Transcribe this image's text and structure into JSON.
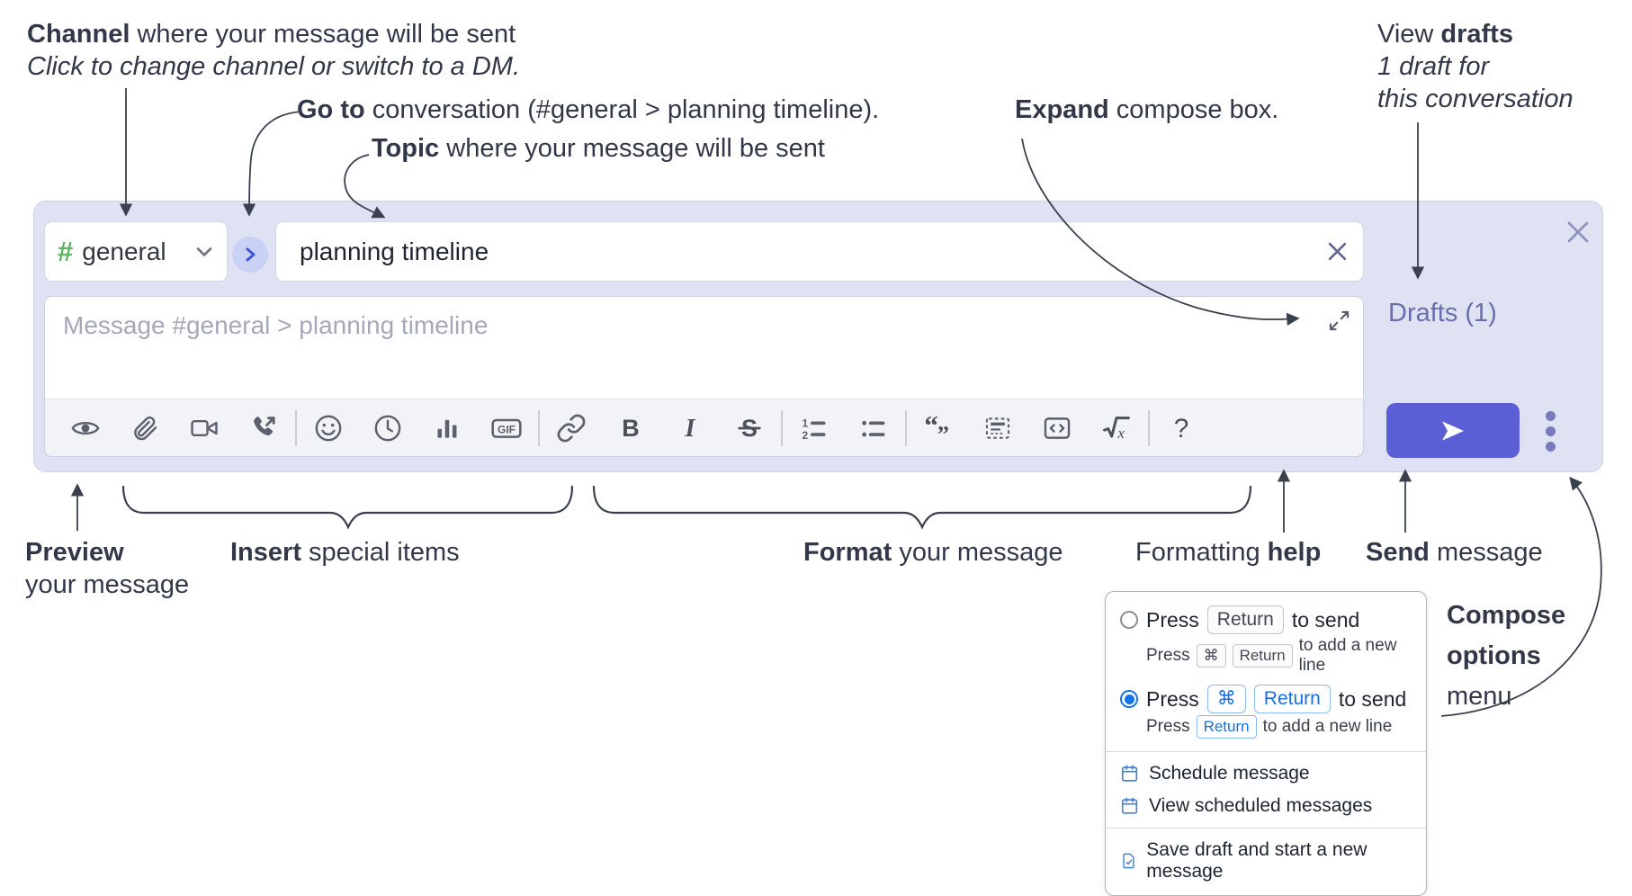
{
  "annotations": {
    "channel": {
      "bold": "Channel",
      "rest": " where your message will be sent",
      "line2": "Click to change channel or switch to a DM."
    },
    "goto": {
      "bold": "Go to",
      "rest": " conversation (#general > planning timeline)."
    },
    "topic": {
      "bold": "Topic",
      "rest": " where your message will be sent"
    },
    "expand": {
      "bold": "Expand",
      "rest": " compose box."
    },
    "view_drafts": {
      "pre": "View ",
      "bold": "drafts",
      "line2": "1 draft for",
      "line3": "this conversation"
    },
    "preview": {
      "bold": "Preview",
      "line2": "your message"
    },
    "insert": {
      "bold": "Insert",
      "rest": " special items"
    },
    "format": {
      "bold": "Format",
      "rest": " your message"
    },
    "formatting_help": {
      "pre": "Formatting ",
      "bold": "help"
    },
    "send": {
      "bold": "Send",
      "rest": " message"
    },
    "compose_options": {
      "line1": "Compose",
      "line2": "options",
      "line3": "menu"
    }
  },
  "compose": {
    "channel_name": "general",
    "topic_value": "planning timeline",
    "message_placeholder": "Message #general > planning timeline",
    "drafts_label": "Drafts (1)"
  },
  "toolbar": {
    "icons": [
      "preview-eye",
      "attach-paperclip",
      "video-call",
      "audio-call",
      "emoji-smiley",
      "time-clock",
      "poll-bar-chart",
      "gif",
      "link",
      "bold",
      "italic",
      "strikethrough",
      "numbered-list",
      "bulleted-list",
      "quote",
      "spoiler",
      "code",
      "math-latex",
      "help-question"
    ]
  },
  "popup": {
    "option1": {
      "text1": "Press",
      "key1": "Return",
      "text2": "to send"
    },
    "option1_sub": {
      "text1": "Press",
      "key1": "⌘",
      "key2": "Return",
      "text2": "to add a new line"
    },
    "option2": {
      "text1": "Press",
      "key1": "⌘",
      "key2": "Return",
      "text2": "to send"
    },
    "option2_sub": {
      "text1": "Press",
      "key1": "Return",
      "text2": "to add a new line"
    },
    "menu_items": [
      "Schedule message",
      "View scheduled messages",
      "Save draft and start a new message"
    ]
  },
  "colors": {
    "compose_bg": "#dfe2f2",
    "send_button": "#5b5fd6",
    "drafts_link": "#6a6dae",
    "channel_hash_green": "#5fb563",
    "key_blue": "#1a6ee0",
    "menu_icon_blue": "#3f82d8",
    "radio_blue": "#1774e8"
  }
}
